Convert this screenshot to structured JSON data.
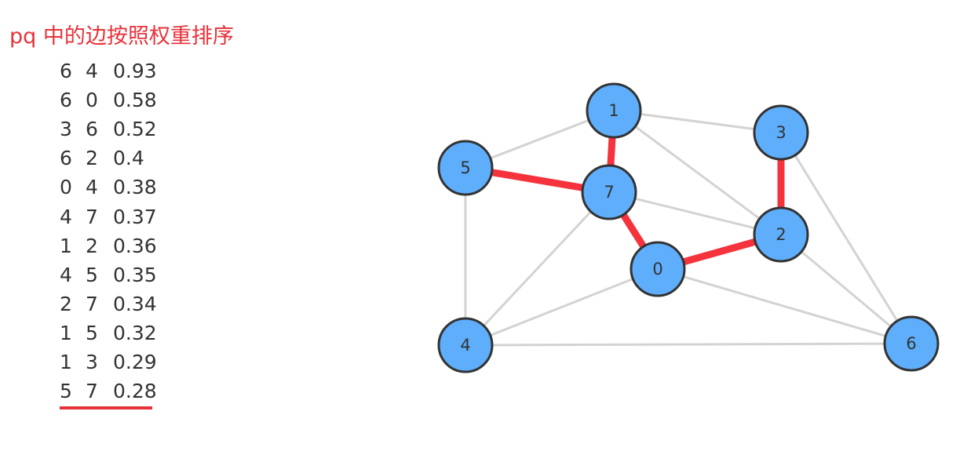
{
  "title": "pq 中的边按照权重排序",
  "edge_list": [
    {
      "from": "6",
      "to": "4",
      "weight": "0.93"
    },
    {
      "from": "6",
      "to": "0",
      "weight": "0.58"
    },
    {
      "from": "3",
      "to": "6",
      "weight": "0.52"
    },
    {
      "from": "6",
      "to": "2",
      "weight": "0.4"
    },
    {
      "from": "0",
      "to": "4",
      "weight": "0.38"
    },
    {
      "from": "4",
      "to": "7",
      "weight": "0.37"
    },
    {
      "from": "1",
      "to": "2",
      "weight": "0.36"
    },
    {
      "from": "4",
      "to": "5",
      "weight": "0.35"
    },
    {
      "from": "2",
      "to": "7",
      "weight": "0.34"
    },
    {
      "from": "1",
      "to": "5",
      "weight": "0.32"
    },
    {
      "from": "1",
      "to": "3",
      "weight": "0.29"
    },
    {
      "from": "5",
      "to": "7",
      "weight": "0.28"
    }
  ],
  "underlined_row": 11,
  "graph": {
    "nodes": [
      "0",
      "1",
      "2",
      "3",
      "4",
      "5",
      "6",
      "7"
    ],
    "edges": [
      {
        "a": "1",
        "b": "5",
        "highlighted": false
      },
      {
        "a": "1",
        "b": "3",
        "highlighted": false
      },
      {
        "a": "1",
        "b": "2",
        "highlighted": false
      },
      {
        "a": "7",
        "b": "2",
        "highlighted": false
      },
      {
        "a": "5",
        "b": "4",
        "highlighted": false
      },
      {
        "a": "4",
        "b": "7",
        "highlighted": false
      },
      {
        "a": "4",
        "b": "0",
        "highlighted": false
      },
      {
        "a": "4",
        "b": "6",
        "highlighted": false
      },
      {
        "a": "0",
        "b": "6",
        "highlighted": false
      },
      {
        "a": "2",
        "b": "6",
        "highlighted": false
      },
      {
        "a": "3",
        "b": "6",
        "highlighted": false
      },
      {
        "a": "5",
        "b": "7",
        "highlighted": true
      },
      {
        "a": "1",
        "b": "7",
        "highlighted": true
      },
      {
        "a": "7",
        "b": "0",
        "highlighted": true
      },
      {
        "a": "0",
        "b": "2",
        "highlighted": true
      },
      {
        "a": "3",
        "b": "2",
        "highlighted": true
      }
    ]
  },
  "colors": {
    "title": "#e8323a",
    "highlight_edge": "#f5333d",
    "normal_edge": "#d3d3d3",
    "node_fill": "#5eaefc",
    "node_stroke": "#333333",
    "text": "#333333"
  }
}
